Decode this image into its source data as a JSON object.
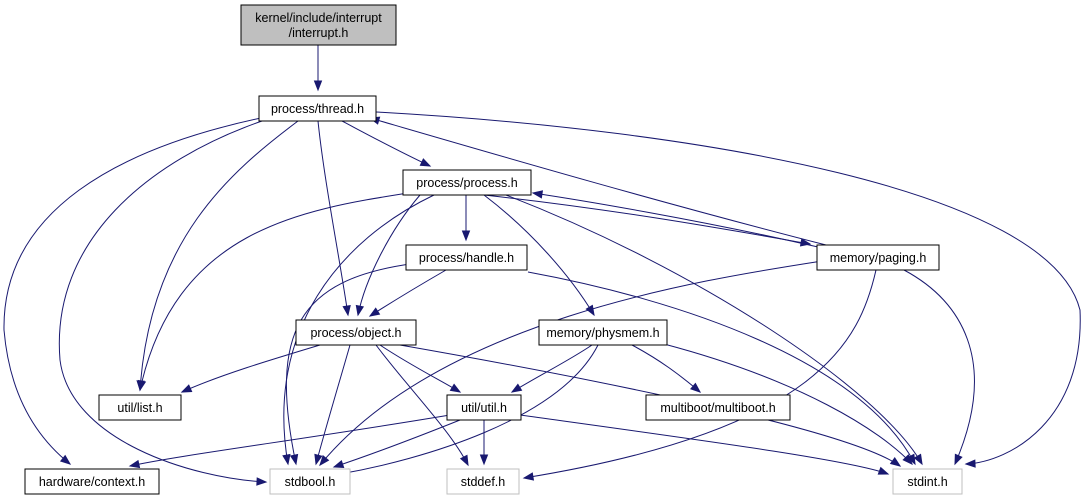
{
  "diagram": {
    "nodes": [
      {
        "id": "interrupt",
        "lines": [
          "kernel/include/interrupt",
          "/interrupt.h"
        ],
        "kind": "main"
      },
      {
        "id": "thread",
        "lines": [
          "process/thread.h"
        ],
        "kind": "local"
      },
      {
        "id": "process",
        "lines": [
          "process/process.h"
        ],
        "kind": "local"
      },
      {
        "id": "handle",
        "lines": [
          "process/handle.h"
        ],
        "kind": "local"
      },
      {
        "id": "paging",
        "lines": [
          "memory/paging.h"
        ],
        "kind": "local"
      },
      {
        "id": "object",
        "lines": [
          "process/object.h"
        ],
        "kind": "local"
      },
      {
        "id": "physmem",
        "lines": [
          "memory/physmem.h"
        ],
        "kind": "local"
      },
      {
        "id": "list",
        "lines": [
          "util/list.h"
        ],
        "kind": "local"
      },
      {
        "id": "util",
        "lines": [
          "util/util.h"
        ],
        "kind": "local"
      },
      {
        "id": "multiboot",
        "lines": [
          "multiboot/multiboot.h"
        ],
        "kind": "local"
      },
      {
        "id": "context",
        "lines": [
          "hardware/context.h"
        ],
        "kind": "local"
      },
      {
        "id": "stdbool",
        "lines": [
          "stdbool.h"
        ],
        "kind": "system"
      },
      {
        "id": "stddef",
        "lines": [
          "stddef.h"
        ],
        "kind": "system"
      },
      {
        "id": "stdint",
        "lines": [
          "stdint.h"
        ],
        "kind": "system"
      }
    ],
    "edges": [
      {
        "from": "interrupt",
        "to": "thread"
      },
      {
        "from": "thread",
        "to": "process"
      },
      {
        "from": "thread",
        "to": "object"
      },
      {
        "from": "thread",
        "to": "list"
      },
      {
        "from": "thread",
        "to": "context"
      },
      {
        "from": "thread",
        "to": "stdbool"
      },
      {
        "from": "thread",
        "to": "stdint"
      },
      {
        "from": "process",
        "to": "handle"
      },
      {
        "from": "process",
        "to": "paging"
      },
      {
        "from": "process",
        "to": "object"
      },
      {
        "from": "process",
        "to": "physmem"
      },
      {
        "from": "process",
        "to": "list"
      },
      {
        "from": "process",
        "to": "stdbool"
      },
      {
        "from": "process",
        "to": "stdint"
      },
      {
        "from": "paging",
        "to": "thread"
      },
      {
        "from": "paging",
        "to": "process"
      },
      {
        "from": "paging",
        "to": "stdbool"
      },
      {
        "from": "paging",
        "to": "stddef"
      },
      {
        "from": "paging",
        "to": "stdint"
      },
      {
        "from": "handle",
        "to": "object"
      },
      {
        "from": "handle",
        "to": "stdbool"
      },
      {
        "from": "handle",
        "to": "stdint"
      },
      {
        "from": "object",
        "to": "list"
      },
      {
        "from": "object",
        "to": "util"
      },
      {
        "from": "object",
        "to": "stdbool"
      },
      {
        "from": "object",
        "to": "stddef"
      },
      {
        "from": "object",
        "to": "stdint"
      },
      {
        "from": "physmem",
        "to": "util"
      },
      {
        "from": "physmem",
        "to": "multiboot"
      },
      {
        "from": "physmem",
        "to": "stdbool"
      },
      {
        "from": "physmem",
        "to": "stdint"
      },
      {
        "from": "util",
        "to": "context"
      },
      {
        "from": "util",
        "to": "stdbool"
      },
      {
        "from": "util",
        "to": "stddef"
      },
      {
        "from": "util",
        "to": "stdint"
      }
    ]
  },
  "colors": {
    "edge": "#191970",
    "main_fill": "#bfbfbf",
    "system_border": "#bfbfbf"
  }
}
